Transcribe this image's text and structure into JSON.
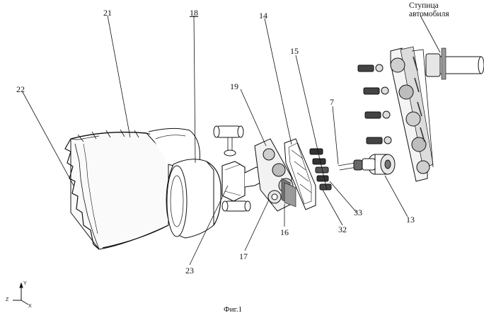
{
  "hub_label": {
    "line1": "Ступица",
    "line2": "автомобиля"
  },
  "labels": {
    "p21": "21",
    "p18": "18",
    "p22": "22",
    "p19": "19",
    "p14": "14",
    "p15": "15",
    "p7": "7",
    "p13": "13",
    "p33": "33",
    "p32": "32",
    "p16": "16",
    "p17": "17",
    "p23": "23"
  },
  "caption": "Фиг.1",
  "axes": {
    "y": "Y",
    "z": "Z",
    "x": "X"
  }
}
